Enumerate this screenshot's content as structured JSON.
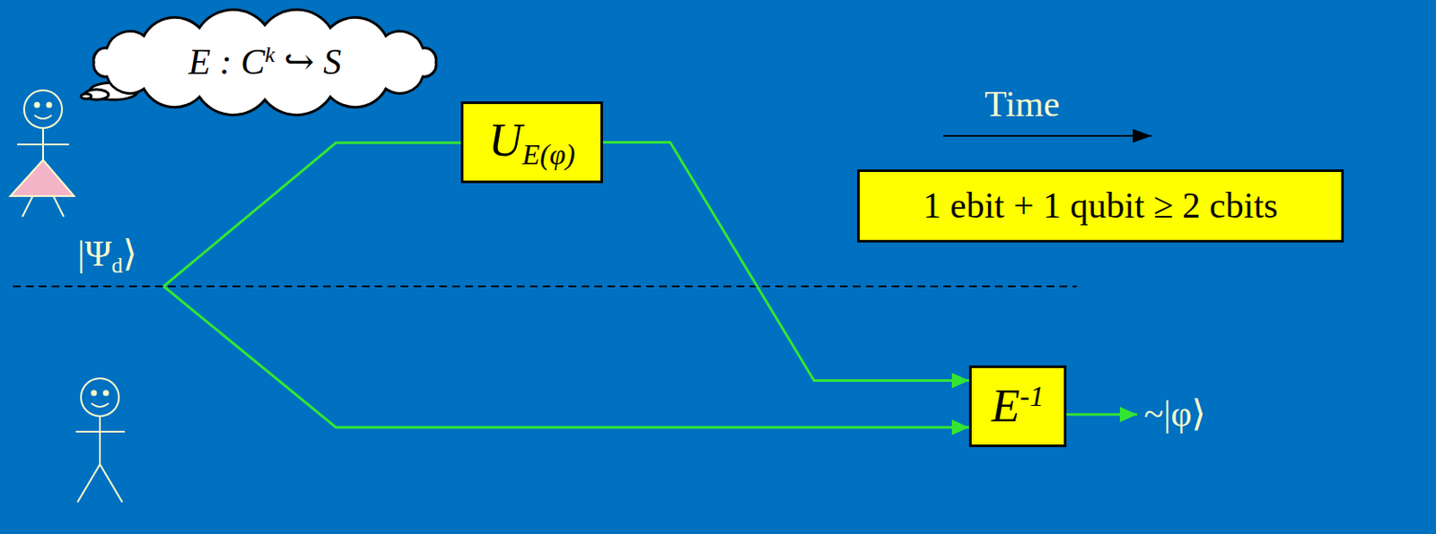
{
  "diagram": {
    "nodes": [
      {
        "text": [
          "E : Ck ↪ S"
        ]
      },
      {
        "text": [
          "UE(φ)"
        ]
      },
      {
        "text": [
          "1 ebit + 1 qubit ≥ 2 cbits"
        ]
      },
      {
        "text": [
          "E-1"
        ]
      }
    ],
    "edges": [
      {
        "from": 1,
        "to": 3,
        "arrow": "to"
      }
    ],
    "labels": [
      "|Ψd⟩",
      "Time",
      "~|φ⟩"
    ]
  }
}
